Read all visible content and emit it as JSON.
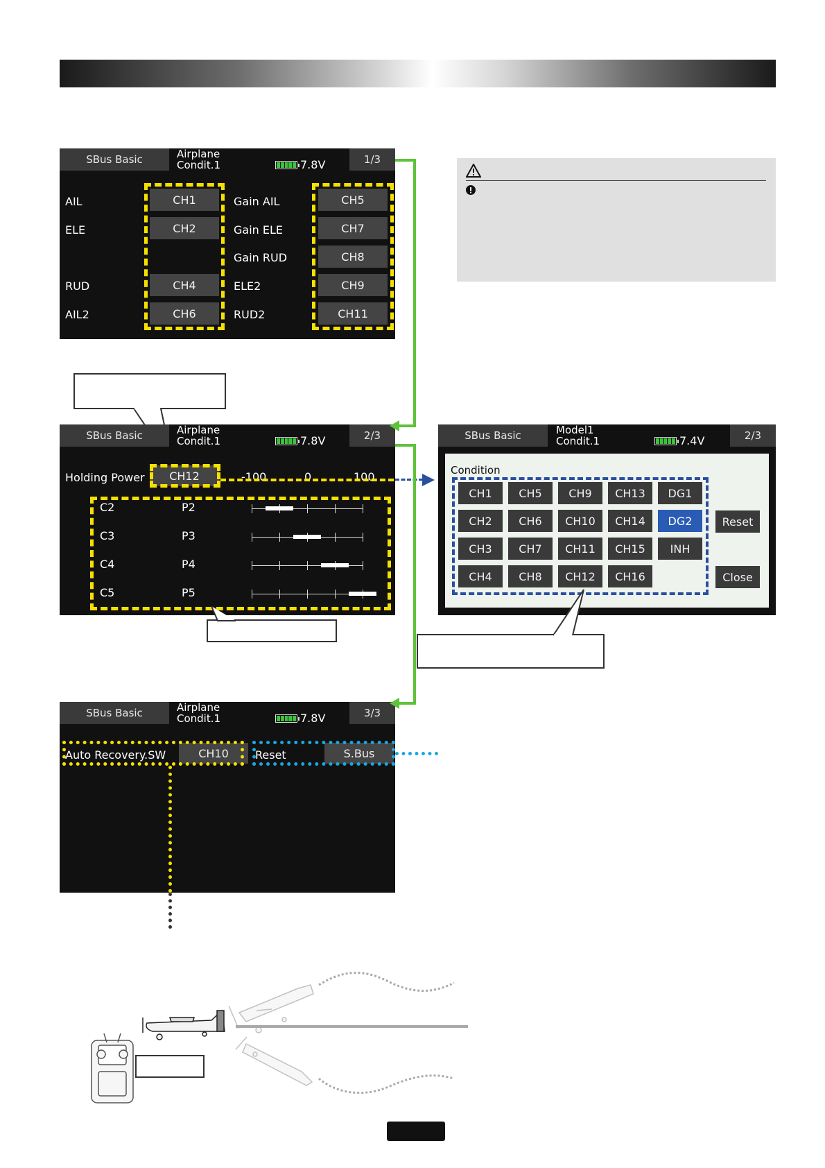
{
  "screen1": {
    "tab": "SBus Basic",
    "model": "Airplane",
    "condition": "Condit.1",
    "battery": "7.8V",
    "page": "1/3",
    "left_rows": [
      {
        "label": "AIL",
        "value": "CH1"
      },
      {
        "label": "ELE",
        "value": "CH2"
      },
      {
        "label": "RUD",
        "value": "CH4"
      },
      {
        "label": "AIL2",
        "value": "CH6"
      }
    ],
    "right_rows": [
      {
        "label": "Gain AIL",
        "value": "CH5"
      },
      {
        "label": "Gain ELE",
        "value": "CH7"
      },
      {
        "label": "Gain RUD",
        "value": "CH8"
      },
      {
        "label": "ELE2",
        "value": "CH9"
      },
      {
        "label": "RUD2",
        "value": "CH11"
      }
    ]
  },
  "screen2": {
    "tab": "SBus Basic",
    "model": "Airplane",
    "condition": "Condit.1",
    "battery": "7.8V",
    "page": "2/3",
    "holding_label": "Holding Power",
    "holding_value": "CH12",
    "scale": [
      "-100",
      "0",
      "100"
    ],
    "rows": [
      {
        "c": "C2",
        "p": "P2",
        "level": 0.25
      },
      {
        "c": "C3",
        "p": "P3",
        "level": 0.5
      },
      {
        "c": "C4",
        "p": "P4",
        "level": 0.75
      },
      {
        "c": "C5",
        "p": "P5",
        "level": 1.0
      }
    ]
  },
  "screen_cond": {
    "tab": "SBus Basic",
    "model": "Model1",
    "condition": "Condit.1",
    "battery": "7.4V",
    "page": "2/3",
    "title": "Condition",
    "grid": [
      [
        "CH1",
        "CH5",
        "CH9",
        "CH13",
        "DG1"
      ],
      [
        "CH2",
        "CH6",
        "CH10",
        "CH14",
        "DG2"
      ],
      [
        "CH3",
        "CH7",
        "CH11",
        "CH15",
        "INH"
      ],
      [
        "CH4",
        "CH8",
        "CH12",
        "CH16",
        ""
      ]
    ],
    "selected": "DG2",
    "reset": "Reset",
    "close": "Close"
  },
  "screen3": {
    "tab": "SBus Basic",
    "model": "Airplane",
    "condition": "Condit.1",
    "battery": "7.8V",
    "page": "3/3",
    "auto_label": "Auto Recovery.SW",
    "auto_value": "CH10",
    "reset_label": "Reset",
    "sbus_value": "S.Bus"
  },
  "colors": {
    "yellow": "#f5e000",
    "green": "#5ec23a",
    "blue": "#2a4fa0",
    "cyan": "#19a7e0",
    "selected": "#2a5bb5"
  },
  "icons": [
    "warning-triangle-icon",
    "exclamation-circle-icon",
    "airplane-icon",
    "transmitter-icon",
    "battery-icon"
  ]
}
